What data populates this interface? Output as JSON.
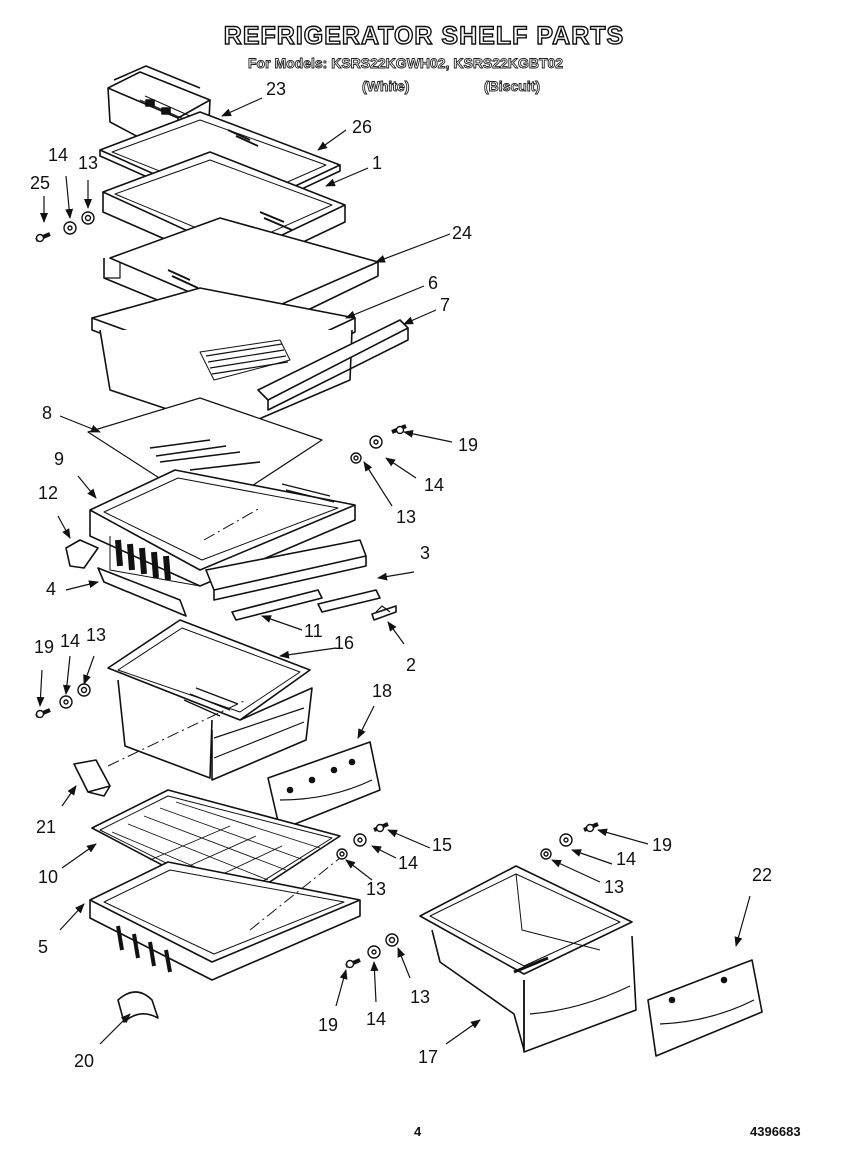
{
  "header": {
    "title": "REFRIGERATOR SHELF PARTS",
    "models_line": "For Models: KSRS22KGWH02, KSRS22KGBT02",
    "variant_white": "(White)",
    "variant_biscuit": "(Biscuit)"
  },
  "footer": {
    "page_number": "4",
    "doc_number": "4396683"
  },
  "callouts": {
    "c23": "23",
    "c26": "26",
    "c1": "1",
    "c14a": "14",
    "c13a": "13",
    "c25": "25",
    "c24": "24",
    "c6": "6",
    "c7": "7",
    "c8": "8",
    "c19a": "19",
    "c14b": "14",
    "c9": "9",
    "c13b": "13",
    "c12": "12",
    "c3": "3",
    "c4": "4",
    "c11": "11",
    "c16": "16",
    "c2": "2",
    "c19b": "19",
    "c14c": "14",
    "c13c": "13",
    "c18": "18",
    "c21": "21",
    "c15": "15",
    "c10": "10",
    "c14d": "14",
    "c19c": "19",
    "c14e": "14",
    "c13d": "13",
    "c13e": "13",
    "c22": "22",
    "c5": "5",
    "c19d": "19",
    "c14f": "14",
    "c13f": "13",
    "c20": "20",
    "c17": "17"
  }
}
